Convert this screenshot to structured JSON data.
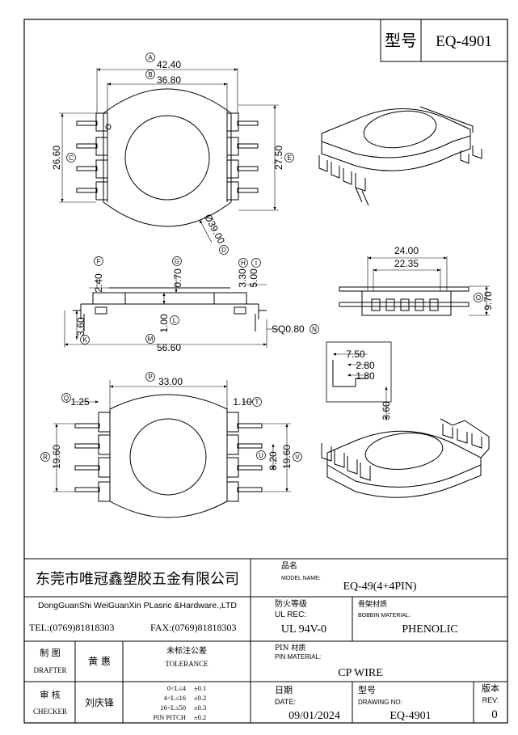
{
  "title_box": {
    "label": "型号",
    "value": "EQ-4901"
  },
  "top_view": {
    "dim_a": {
      "letter": "A",
      "value": "42.40"
    },
    "dim_b": {
      "letter": "B",
      "value": "36.80"
    },
    "dim_c": {
      "letter": "C",
      "value": "26.60"
    },
    "dim_e": {
      "letter": "E",
      "value": "27.50"
    },
    "dim_d": {
      "letter": "D",
      "value": "Ø39.00"
    }
  },
  "side_view": {
    "dim_f": {
      "letter": "F",
      "value": "2.40"
    },
    "dim_g": {
      "letter": "G",
      "value": "0.70"
    },
    "dim_h": {
      "letter": "H",
      "value": "3.30"
    },
    "dim_i": {
      "letter": "I",
      "value": "5.00"
    },
    "dim_k": {
      "letter": "K",
      "value": "3.60"
    },
    "dim_l": {
      "letter": "L",
      "value": "1.00"
    },
    "dim_m": {
      "letter": "M",
      "value": "56.60"
    },
    "dim_n": {
      "letter": "N",
      "value": "SQ0.80"
    }
  },
  "end_view": {
    "dim_24": "24.00",
    "dim_2235": "22.35",
    "dim_o": {
      "letter": "O",
      "value": "9.70"
    }
  },
  "detail": {
    "d1": "7.50",
    "d2": "2.80",
    "d3": "1.80",
    "d4": "3.60"
  },
  "bottom_view": {
    "dim_p": {
      "letter": "P",
      "value": "33.00"
    },
    "dim_q": {
      "letter": "Q",
      "value": "1.25"
    },
    "dim_t": {
      "letter": "T",
      "value": "1.10"
    },
    "dim_r": {
      "letter": "R",
      "value": "19.60"
    },
    "dim_u": {
      "letter": "U",
      "value": "8.20"
    },
    "dim_v": {
      "letter": "V",
      "value": "19.60"
    }
  },
  "title_block": {
    "company_cn": "东莞市唯冠鑫塑胶五金有限公司",
    "company_en": "DongGuanShi WeiGuanXin PLasric &Hardware.,LTD",
    "tel": "TEL:(0769)81818303",
    "fax": "FAX:(0769)81818303",
    "model_label_cn": "品名",
    "model_label_en": "MODEL NAME:",
    "model_value": "EQ-49(4+4PIN)",
    "ul_label_cn": "防火等级",
    "ul_label_en": "UL REC:",
    "ul_value": "UL 94V-0",
    "bobbin_label_cn": "骨架材质",
    "bobbin_label_en": "BOBBIN MATERIAL:",
    "bobbin_value": "PHENOLIC",
    "drafter_cn": "制 图",
    "drafter_en": "DRAFTER",
    "drafter_name": "黄 惠",
    "tolerance_cn": "未标注公差",
    "tolerance_en": "TOLERANCE",
    "checker_cn": "审 核",
    "checker_en": "CHECKER",
    "checker_name": "刘庆锋",
    "tol_rows": [
      {
        "range": "0<L≤4",
        "tol": "±0.1"
      },
      {
        "range": "4<L≤16",
        "tol": "±0.2"
      },
      {
        "range": "16<L≤50",
        "tol": "±0.3"
      },
      {
        "range": "PIN PITCH",
        "tol": "±0.2"
      }
    ],
    "pin_label_cn": "PIN 材质",
    "pin_label_en": "PIN MATERIAL:",
    "pin_value": "CP WIRE",
    "date_label_cn": "日期",
    "date_label_en": "DATE:",
    "date_value": "09/01/2024",
    "drawing_label_cn": "型号",
    "drawing_label_en": "DRAWING NO:",
    "drawing_value": "EQ-4901",
    "rev_label_cn": "版本",
    "rev_label_en": "REV:",
    "rev_value": "0"
  }
}
